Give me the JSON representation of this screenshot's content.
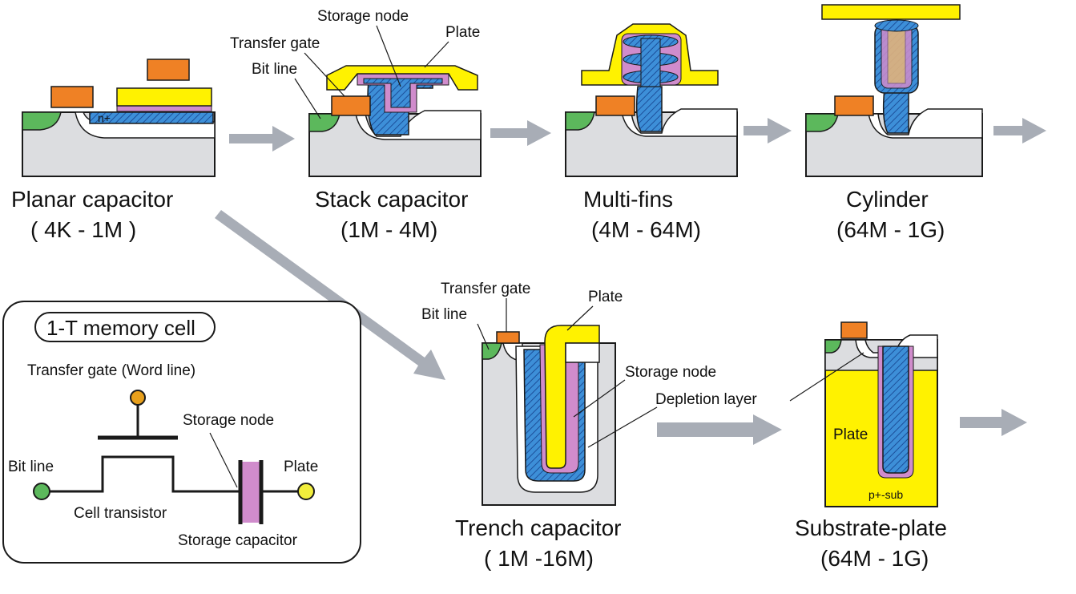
{
  "colors": {
    "substrate": "#dcdde0",
    "outline": "#1a1a1a",
    "storage_blue": "#3d8fd8",
    "dielectric_pink": "#d08ccc",
    "plate_yellow": "#fff200",
    "gate_orange": "#ef8125",
    "bitline_green": "#5cb85c",
    "arrow_gray": "#a8adb6",
    "storage_node_circle": "#e8a01c",
    "plate_circle": "#f2ee3c"
  },
  "capacitors": [
    {
      "name": "Planar capacitor",
      "range": "( 4K - 1M )",
      "labels": {
        "n_plus": "n+"
      }
    },
    {
      "name": "Stack capacitor",
      "range": "(1M - 4M)",
      "labels": {
        "transfer_gate": "Transfer gate",
        "storage_node": "Storage node",
        "plate": "Plate",
        "bit_line": "Bit line"
      }
    },
    {
      "name": "Multi-fins",
      "range": "(4M - 64M)"
    },
    {
      "name": "Cylinder",
      "range": "(64M - 1G)"
    },
    {
      "name": "Trench capacitor",
      "range": "( 1M -16M)",
      "labels": {
        "transfer_gate": "Transfer gate",
        "plate": "Plate",
        "bit_line": "Bit line",
        "storage_node": "Storage node",
        "depletion_layer": "Depletion layer"
      }
    },
    {
      "name": "Substrate-plate",
      "range": "(64M - 1G)",
      "labels": {
        "plate": "Plate",
        "substrate": "p+-sub"
      }
    }
  ],
  "memory_cell": {
    "title": "1-T memory cell",
    "transfer_gate": "Transfer gate (Word line)",
    "storage_node": "Storage node",
    "bit_line": "Bit line",
    "plate": "Plate",
    "cell_transistor": "Cell transistor",
    "storage_capacitor": "Storage capacitor"
  }
}
